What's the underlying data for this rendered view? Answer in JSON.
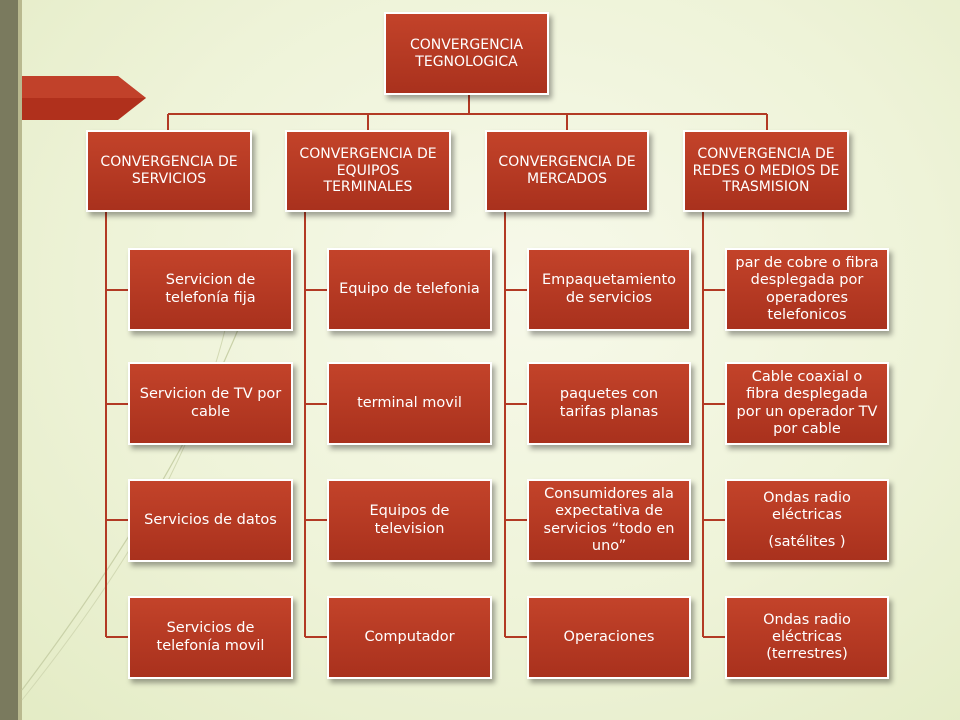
{
  "colors": {
    "box_fill": "#b8391f",
    "box_border": "#ffffff",
    "connector": "#b23a24",
    "background": "#eef3d8",
    "left_bar": "#7a7a5e",
    "accent_arrow": "#b0301c"
  },
  "root": {
    "label": "CONVERGENCIA TEGNOLOGICA"
  },
  "columns": [
    {
      "title": "CONVERGENCIA DE  SERVICIOS",
      "items": [
        "Servicion de telefonía fija",
        "Servicion de TV por cable",
        "Servicios de datos",
        "Servicios de telefonía movil"
      ]
    },
    {
      "title": "CONVERGENCIA DE EQUIPOS TERMINALES",
      "items": [
        "Equipo de telefonia",
        "terminal movil",
        "Equipos de television",
        "Computador"
      ]
    },
    {
      "title": "CONVERGENCIA DE MERCADOS",
      "items": [
        "Empaquetamiento de servicios",
        "paquetes con tarifas  planas",
        "Consumidores ala expectativa de servicios “todo en uno”",
        "Operaciones"
      ]
    },
    {
      "title": "CONVERGENCIA DE REDES O MEDIOS DE TRASMISION",
      "items": [
        " par de cobre o fibra  desplegada por operadores telefonicos",
        "Cable coaxial o fibra desplegada por un operador TV por cable",
        "Ondas  radio eléctricas",
        "Ondas radio eléctricas (terrestres)"
      ],
      "item3_extra": "(satélites )"
    }
  ]
}
